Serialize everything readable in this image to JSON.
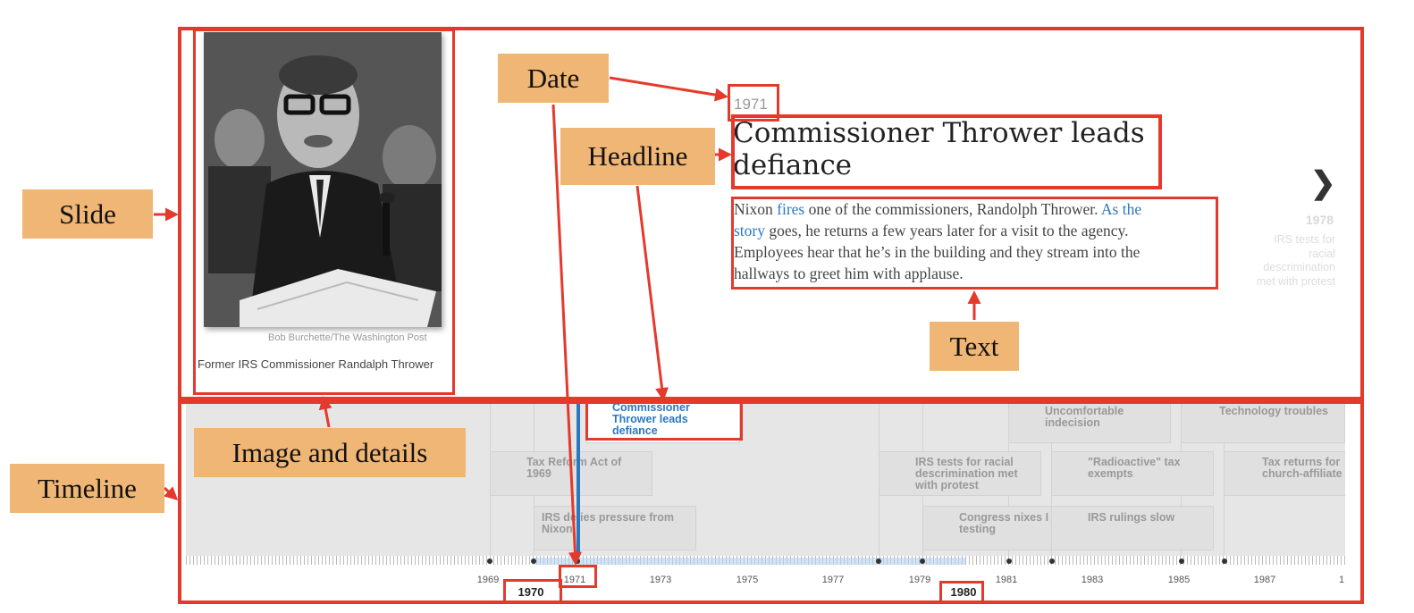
{
  "callouts": {
    "slide": "Slide",
    "timeline": "Timeline",
    "date": "Date",
    "headline": "Headline",
    "text": "Text",
    "image_details": "Image and details"
  },
  "slide": {
    "photo_credit": "Bob Burchette/The Washington Post",
    "photo_caption": "Former IRS Commissioner Randalph Thrower",
    "date": "1971",
    "headline_line1": "Commissioner Thrower leads",
    "headline_line2": "defiance",
    "text": {
      "t1": "Nixon ",
      "link1": "fires",
      "t2": " one of the commissioners, Randolph Thrower. ",
      "link2a": "As the",
      "link2b": "story",
      "t3": " goes, he returns a few years later for a visit to the agency.",
      "t4": "Employees hear that he’s in the building and they stream into the",
      "t5": "hallways to greet him with applause."
    },
    "next": {
      "year": "1978",
      "line1": "IRS tests for",
      "line2": "racial",
      "line3": "descrimination",
      "line4": "met with protest"
    },
    "next_arrow": "❯"
  },
  "timeline": {
    "cards": {
      "active_l1": "Commissioner",
      "active_l2": "Thrower leads",
      "active_l3": "defiance",
      "tax_reform_l1": "Tax Reform Act of",
      "tax_reform_l2": "1969",
      "irs_defies_l1": "IRS defies pressure from",
      "irs_defies_l2": "Nixon",
      "irs_tests_l1": "IRS tests for racial",
      "irs_tests_l2": "descrimination met",
      "irs_tests_l3": "with protest",
      "congress_l1": "Congress nixes I",
      "congress_l2": "testing",
      "uncomfortable_l1": "Uncomfortable",
      "uncomfortable_l2": "indecision",
      "radioactive_l1": "\"Radioactive\" tax",
      "radioactive_l2": "exempts",
      "rulings_l1": "IRS rulings slow",
      "tech_l1": "Technology troubles",
      "taxreturns_l1": "Tax returns for",
      "taxreturns_l2": "church-affiliate"
    },
    "year_labels": [
      "1969",
      "1971",
      "1973",
      "1975",
      "1977",
      "1979",
      "1981",
      "1983",
      "1985",
      "1987",
      "1"
    ],
    "major_labels": [
      "1970",
      "1980"
    ]
  }
}
